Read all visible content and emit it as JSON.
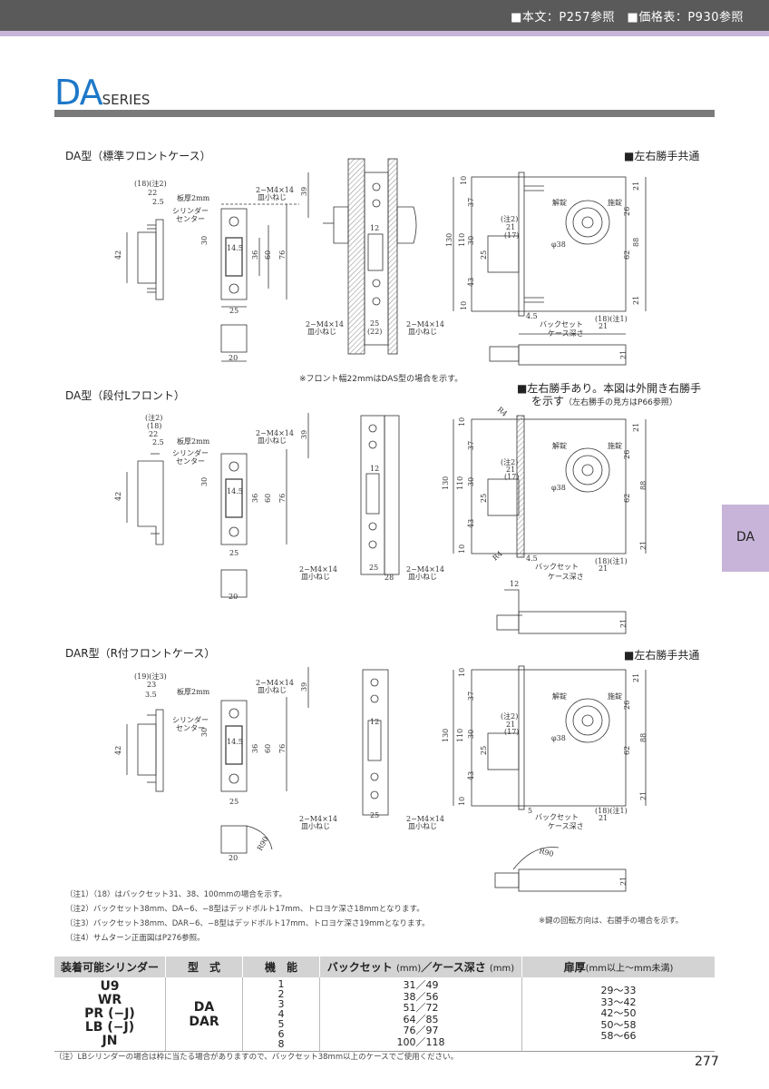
{
  "header": {
    "refs": "■本文：P257参照　■価格表：P930参照"
  },
  "series": {
    "main": "DA",
    "suffix": "SERIES"
  },
  "side_tab": "DA",
  "sections": {
    "da": {
      "title": "DA型（標準フロントケース）",
      "note": "■左右勝手共通",
      "front_note": "※フロント幅22mmはDAS型の場合を示す。"
    },
    "da_step": {
      "title": "DA型（段付Lフロント）",
      "note_line1": "■左右勝手あり。本図は外開き右勝手",
      "note_line2": "を示す",
      "note_small": "（左右勝手の見方はP66参照）"
    },
    "dar": {
      "title": "DAR型（R付フロントケース）",
      "note": "■左右勝手共通"
    }
  },
  "dims": {
    "plate": "板厚2mm",
    "cyl1": "シリンダー",
    "cyl2": "センター",
    "screw1": "2−M4×14",
    "screw2": "皿小ねじ",
    "n18n2": "(18)(注2)",
    "n18": "(18)",
    "n2": "(注2)",
    "n19n3": "(19)(注3)",
    "n18n1": "(18)(注1)",
    "n22": "22",
    "n23": "23",
    "n25b": "2.5",
    "n35": "3.5",
    "n42": "42",
    "n30": "30",
    "n145": "14.5",
    "n36": "36",
    "n60": "60",
    "n76": "76",
    "n39": "39",
    "n25": "25",
    "n20": "20",
    "n12": "12",
    "n22p": "(22)",
    "n28": "28",
    "n10": "10",
    "n37": "37",
    "n130": "130",
    "n110": "110",
    "n43": "43",
    "n21": "21",
    "n17p": "(17)",
    "n26": "26",
    "n88": "88",
    "n62": "62",
    "n45": "4.5",
    "n5": "5",
    "phi38": "φ38",
    "unlock": "解錠",
    "lock": "施錠",
    "backset": "バックセット",
    "casedepth": "ケース深さ",
    "r4": "R4",
    "r90": "R90"
  },
  "notes": [
    "（注1）（18）はバックセット31、38、100mmの場合を示す。",
    "（注2）バックセット38mm、DA−6、−8型はデッドボルト17mm、トロヨケ深さ18mmとなります。",
    "（注3）バックセット38mm、DAR−6、−8型はデッドボルト17mm、トロヨケ深さ19mmとなります。",
    "（注4）サムターン正面図はP276参照。"
  ],
  "rotation_note": "※鍵の回転方向は、右勝手の場合を示す。",
  "table": {
    "headers": {
      "cylinder": "装着可能シリンダー",
      "type": "型　式",
      "function": "機　能",
      "backset": "バックセット",
      "backset_unit": "(mm)",
      "slash": "／",
      "depth": "ケース深さ",
      "depth_unit": "(mm)",
      "door": "扉厚",
      "door_unit": "(mm以上〜mm未満)"
    },
    "cylinders": [
      "U9",
      "WR",
      "PR (−J)",
      "LB (−J)",
      "JN"
    ],
    "types": [
      "DA",
      "DAR"
    ],
    "functions": [
      "1",
      "2",
      "3",
      "4",
      "5",
      "6",
      "8"
    ],
    "backsets": [
      "31／49",
      "38／56",
      "51／72",
      "64／85",
      "76／97",
      "100／118"
    ],
    "door_thickness": [
      "29〜33",
      "33〜42",
      "42〜50",
      "50〜58",
      "58〜66"
    ]
  },
  "footnote": "（注）LBシリンダーの場合は枠に当たる場合がありますので、バックセット38mm以上のケースでご使用ください。",
  "page_number": "277",
  "colors": {
    "accent": "#1e78c8",
    "tab": "#c8b4d8",
    "header": "#5a5a5a"
  }
}
